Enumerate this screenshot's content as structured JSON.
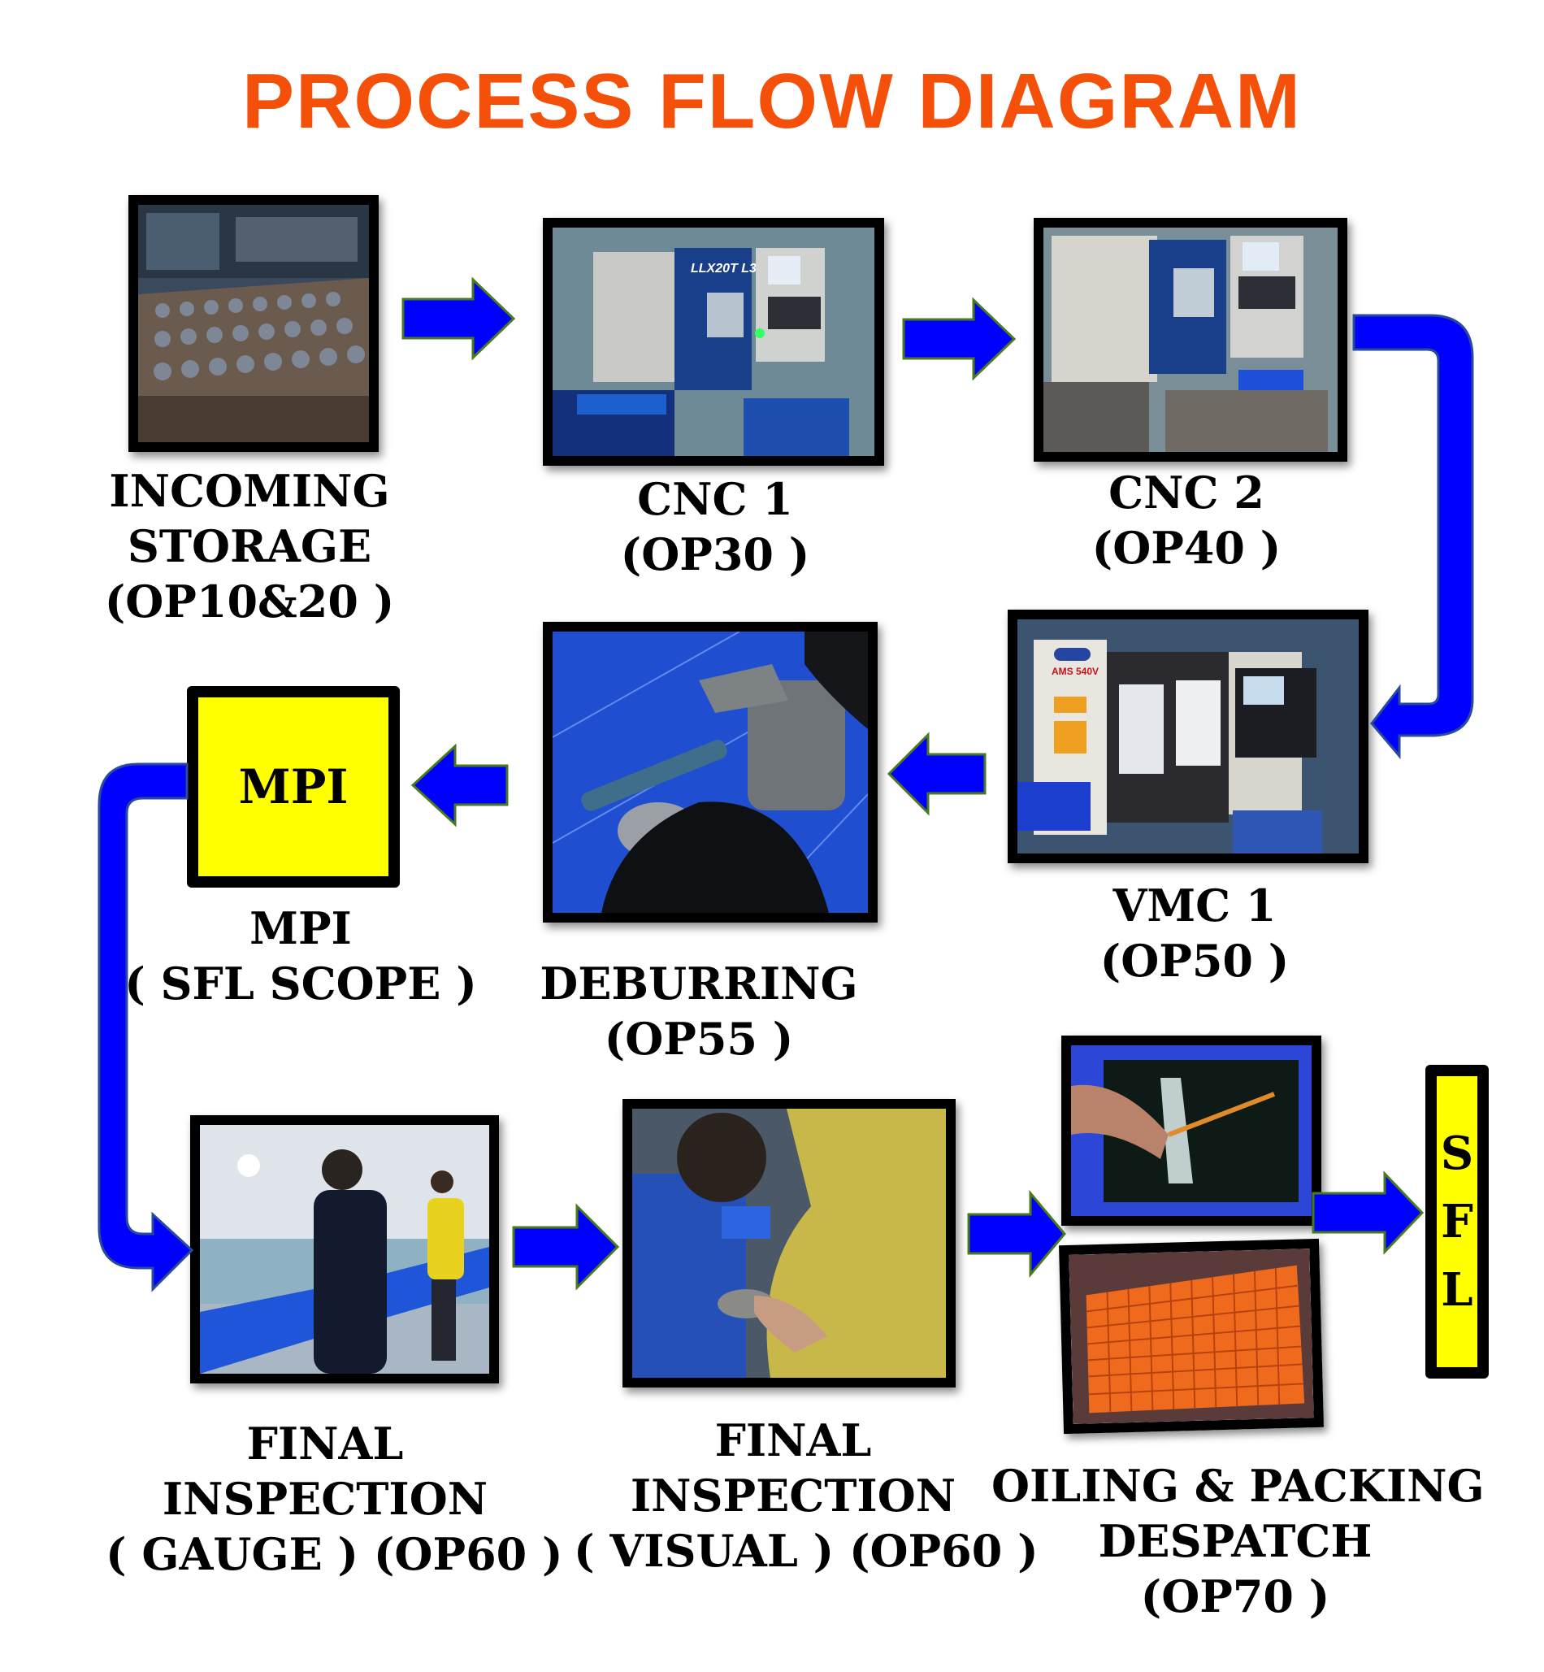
{
  "title": "PROCESS FLOW DIAGRAM",
  "colors": {
    "title": "#f4500a",
    "arrow_fill": "#0000ff",
    "arrow_stroke": "#4a7a1e",
    "box_fill": "#ffff00",
    "box_border": "#000000"
  },
  "steps": [
    {
      "id": "incoming",
      "label_lines": [
        "INCOMING",
        "STORAGE",
        "(OP10&20 )"
      ],
      "image": "stacked-forgings-photo"
    },
    {
      "id": "cnc1",
      "label_lines": [
        "CNC 1",
        "(OP30 )"
      ],
      "image": "cnc-lathe-photo",
      "machine_text": "LLX20T L3"
    },
    {
      "id": "cnc2",
      "label_lines": [
        "CNC 2",
        "(OP40 )"
      ],
      "image": "cnc-lathe-photo"
    },
    {
      "id": "vmc1",
      "label_lines": [
        "VMC 1",
        "(OP50 )"
      ],
      "image": "vmc-machine-photo",
      "machine_text": "AMS 540V"
    },
    {
      "id": "deburring",
      "label_lines": [
        "DEBURRING",
        "(OP55 )"
      ],
      "image": "deburring-tool-photo"
    },
    {
      "id": "mpi",
      "box_text": "MPI",
      "label_lines": [
        "MPI",
        "( SFL SCOPE )"
      ]
    },
    {
      "id": "final_gauge",
      "label_lines": [
        "FINAL",
        "INSPECTION",
        "( GAUGE )  (OP60 )"
      ],
      "image": "gauge-inspection-photo"
    },
    {
      "id": "final_visual",
      "label_lines": [
        "FINAL",
        "INSPECTION",
        "( VISUAL ) (OP60 )"
      ],
      "image": "visual-inspection-photo"
    },
    {
      "id": "oiling",
      "label_lines": [
        "OILING & PACKING",
        "DESPATCH",
        "(OP70 )"
      ],
      "images": [
        "oil-dip-tank-photo",
        "packed-tray-photo"
      ]
    }
  ],
  "end_box": {
    "letters": [
      "S",
      "F",
      "L"
    ]
  },
  "flow": [
    "incoming",
    "cnc1",
    "cnc2",
    "vmc1",
    "deburring",
    "mpi",
    "final_gauge",
    "final_visual",
    "oiling",
    "SFL"
  ]
}
